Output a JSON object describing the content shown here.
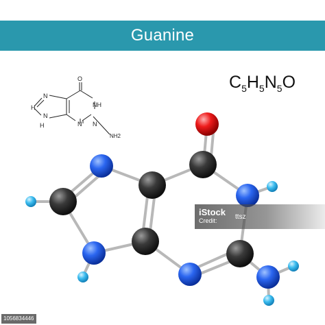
{
  "header": {
    "title": "Guanine"
  },
  "formula": {
    "c": "C",
    "c_n": "5",
    "h": "H",
    "h_n": "5",
    "n": "N",
    "n_n": "5",
    "o": "O"
  },
  "skeletal": {
    "labels": [
      "O",
      "N",
      "H",
      "N",
      "H",
      "N",
      "NH",
      "N",
      "NH2"
    ]
  },
  "colors": {
    "banner": "#2a98ad",
    "carbon": "#2b2b2b",
    "nitrogen": "#1f55e6",
    "oxygen": "#e31414",
    "hydrogen": "#35b6ea"
  },
  "watermark": {
    "brand": "iStock",
    "subtitle": "Credit:",
    "credit": "ttsz"
  },
  "footer": {
    "id": "1056834446"
  }
}
